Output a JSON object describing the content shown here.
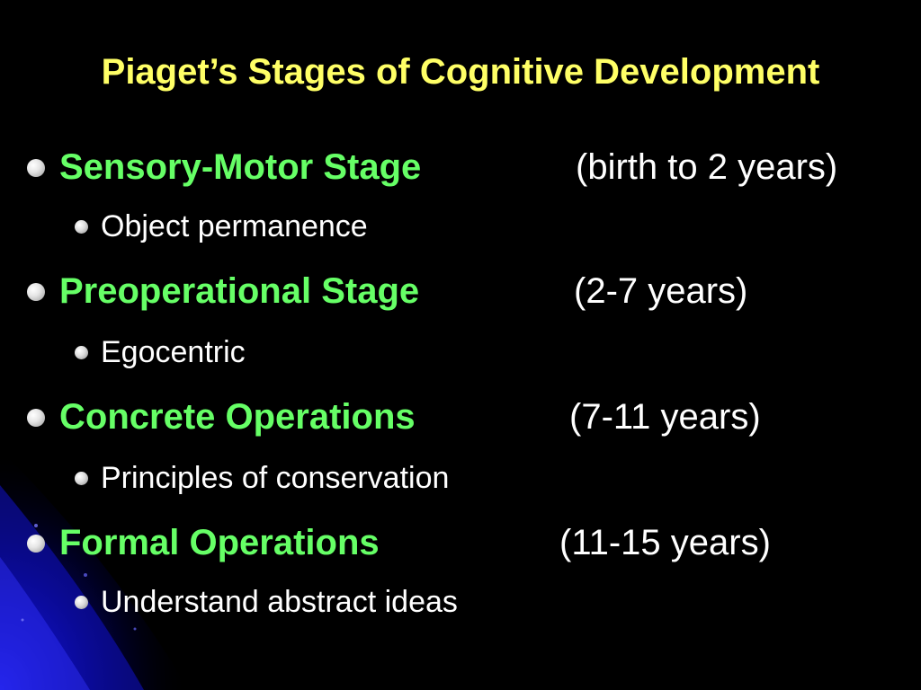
{
  "colors": {
    "background": "#000000",
    "title": "#ffff66",
    "stage_name": "#66ff66",
    "body_text": "#ffffff",
    "accent_blue": "#1a1aff"
  },
  "slide": {
    "title": "Piaget’s Stages of Cognitive Development",
    "stages": [
      {
        "name": "Sensory-Motor Stage",
        "age": "(birth to 2 years)",
        "detail": "Object permanence"
      },
      {
        "name": "Preoperational Stage",
        "age": "(2-7 years)",
        "detail": "Egocentric"
      },
      {
        "name": "Concrete Operations",
        "age": "(7-11 years)",
        "detail": "Principles of conservation"
      },
      {
        "name": "Formal Operations",
        "age": "(11-15 years)",
        "detail": "Understand abstract ideas"
      }
    ]
  }
}
